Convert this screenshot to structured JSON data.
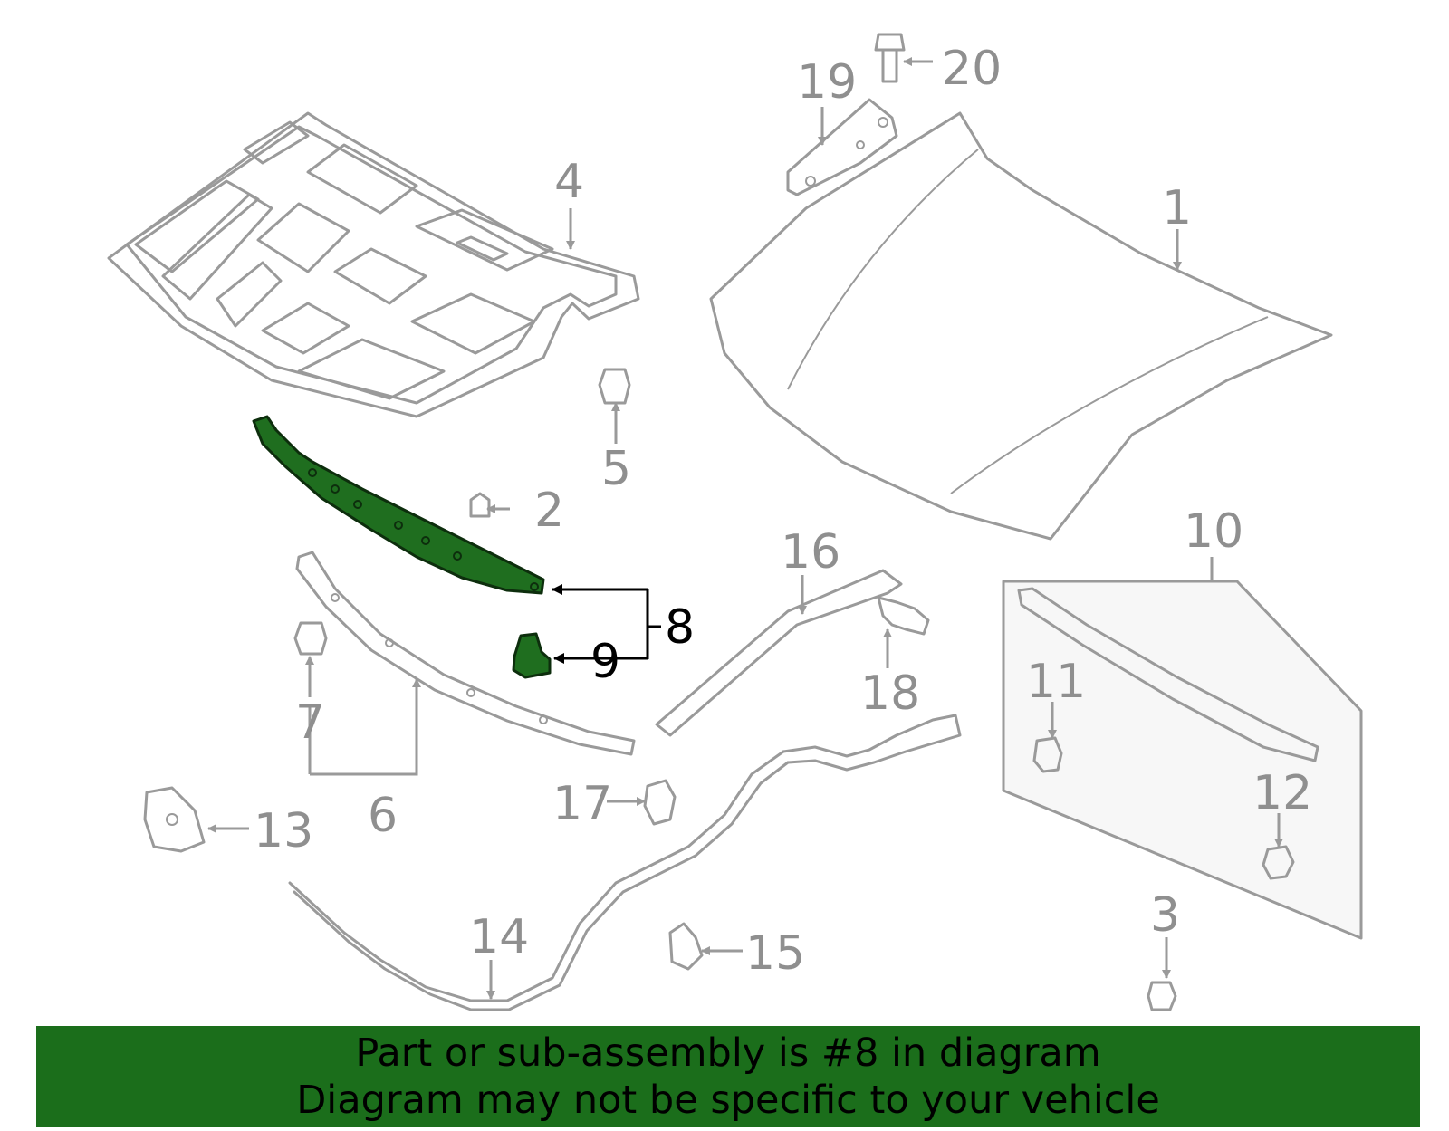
{
  "callouts": {
    "c1": "1",
    "c2": "2",
    "c3": "3",
    "c4": "4",
    "c5": "5",
    "c6": "6",
    "c7": "7",
    "c8": "8",
    "c9": "9",
    "c10": "10",
    "c11": "11",
    "c12": "12",
    "c13": "13",
    "c14": "14",
    "c15": "15",
    "c16": "16",
    "c17": "17",
    "c18": "18",
    "c19": "19",
    "c20": "20"
  },
  "highlight": {
    "part": "8",
    "color": "#1f6e1f"
  },
  "banner": {
    "line1": "Part or sub-assembly is #8 in diagram",
    "line2": "Diagram may not be specific to your vehicle",
    "color": "#1b6e1b"
  }
}
